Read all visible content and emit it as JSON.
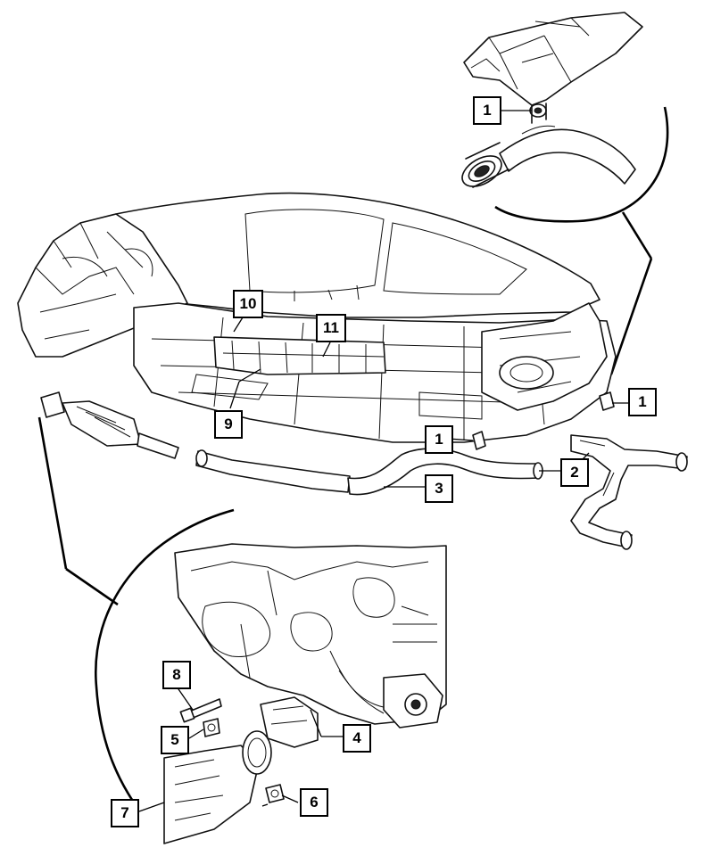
{
  "callouts": {
    "c1_top": "1",
    "c1_right": "1",
    "c1_center": "1",
    "c2": "2",
    "c3": "3",
    "c4": "4",
    "c5": "5",
    "c6": "6",
    "c7": "7",
    "c8": "8",
    "c9": "9",
    "c10": "10",
    "c11": "11"
  }
}
